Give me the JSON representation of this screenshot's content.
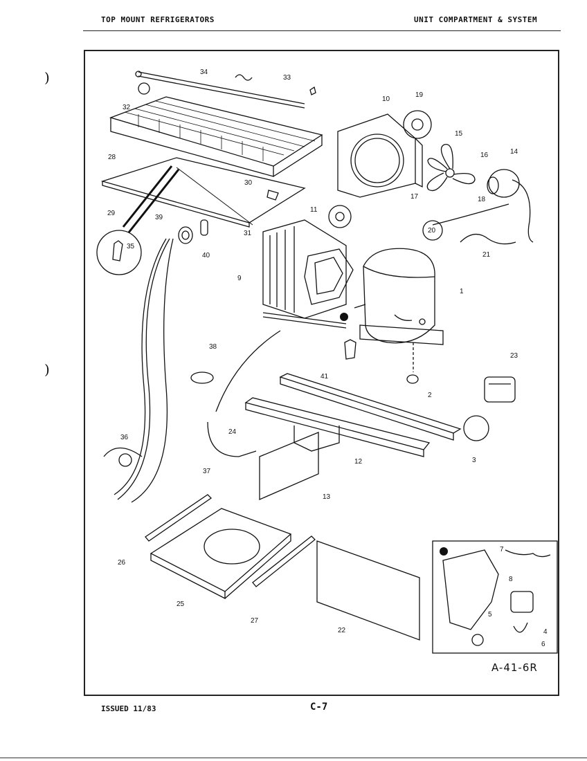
{
  "header": {
    "left_title": "TOP MOUNT REFRIGERATORS",
    "right_title": "UNIT COMPARTMENT & SYSTEM"
  },
  "footer": {
    "issued": "ISSUED 11/83",
    "page": "C-7"
  },
  "diagram_code": "A-41-6R",
  "callouts": {
    "c1": "1",
    "c2": "2",
    "c3": "3",
    "c4": "4",
    "c5": "5",
    "c6": "6",
    "c7": "7",
    "c8": "8",
    "c9": "9",
    "c10": "10",
    "c11": "11",
    "c12": "12",
    "c13": "13",
    "c14": "14",
    "c15": "15",
    "c16": "16",
    "c17": "17",
    "c18": "18",
    "c19": "19",
    "c20": "20",
    "c21": "21",
    "c22": "22",
    "c23": "23",
    "c24": "24",
    "c25": "25",
    "c26": "26",
    "c27": "27",
    "c28": "28",
    "c29": "29",
    "c30": "30",
    "c31": "31",
    "c32": "32",
    "c33": "33",
    "c34": "34",
    "c35": "35",
    "c36": "36",
    "c37": "37",
    "c38": "38",
    "c39": "39",
    "c40": "40",
    "c41": "41"
  }
}
